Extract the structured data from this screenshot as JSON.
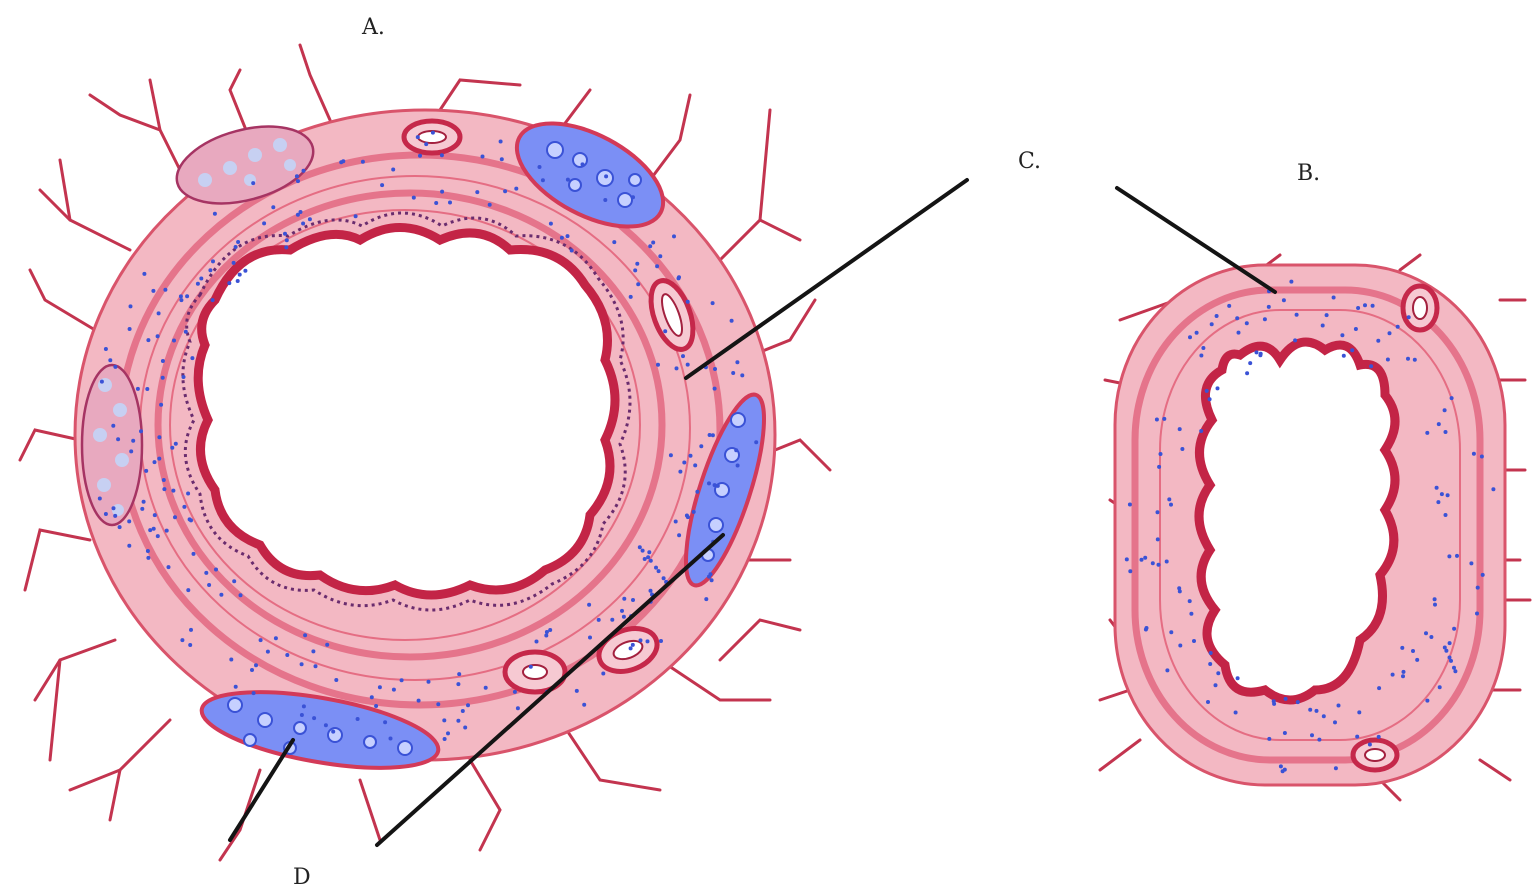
{
  "labels": {
    "a": "A.",
    "b": "B.",
    "c": "C.",
    "d": "D"
  },
  "colors": {
    "tissue_pink": "#f3b8c3",
    "muscle_red": "#d83c5c",
    "nucleus_blue": "#3a52d6",
    "nerve_blue": "#7b8ff5",
    "pointer_black": "#141414"
  }
}
